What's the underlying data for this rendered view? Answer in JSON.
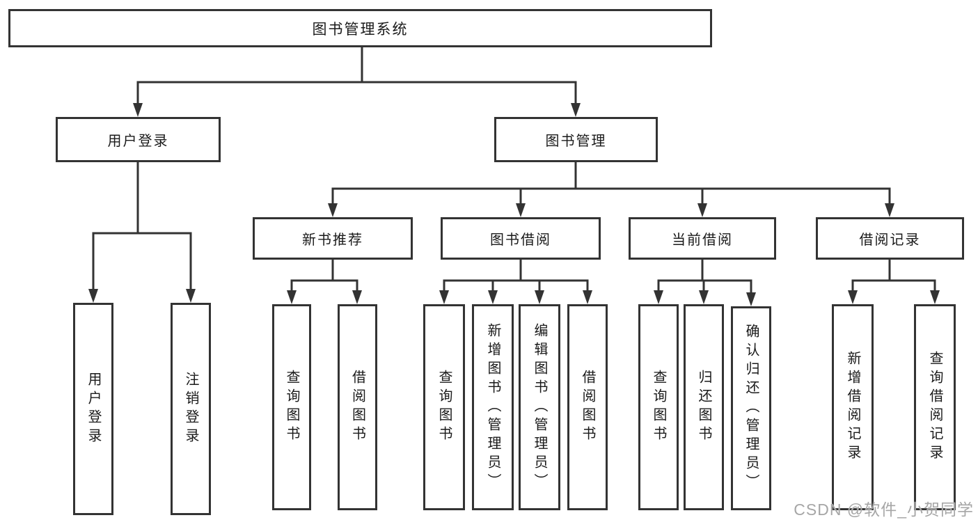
{
  "diagram_type": "functional-structure-tree",
  "tree": {
    "root": {
      "label": "图书管理系统"
    },
    "children": [
      {
        "label": "用户登录",
        "children": [
          {
            "label": "用户登录"
          },
          {
            "label": "注销登录"
          }
        ]
      },
      {
        "label": "图书管理",
        "children": [
          {
            "label": "新书推荐",
            "children": [
              {
                "label": "查询图书"
              },
              {
                "label": "借阅图书"
              }
            ]
          },
          {
            "label": "图书借阅",
            "children": [
              {
                "label": "查询图书"
              },
              {
                "label": "新增图书（管理员）"
              },
              {
                "label": "编辑图书（管理员）"
              },
              {
                "label": "借阅图书"
              }
            ]
          },
          {
            "label": "当前借阅",
            "children": [
              {
                "label": "查询图书"
              },
              {
                "label": "归还图书"
              },
              {
                "label": "确认归还（管理员）"
              }
            ]
          },
          {
            "label": "借阅记录",
            "children": [
              {
                "label": "新增借阅记录"
              },
              {
                "label": "查询借阅记录"
              }
            ]
          }
        ]
      }
    ]
  },
  "watermark": {
    "text": "CSDN @软件_小贺同学"
  },
  "colors": {
    "line": "#333333",
    "box_border": "#333333",
    "text": "#1a1a1a",
    "watermark": "#a6a6a6",
    "background": "#ffffff"
  }
}
